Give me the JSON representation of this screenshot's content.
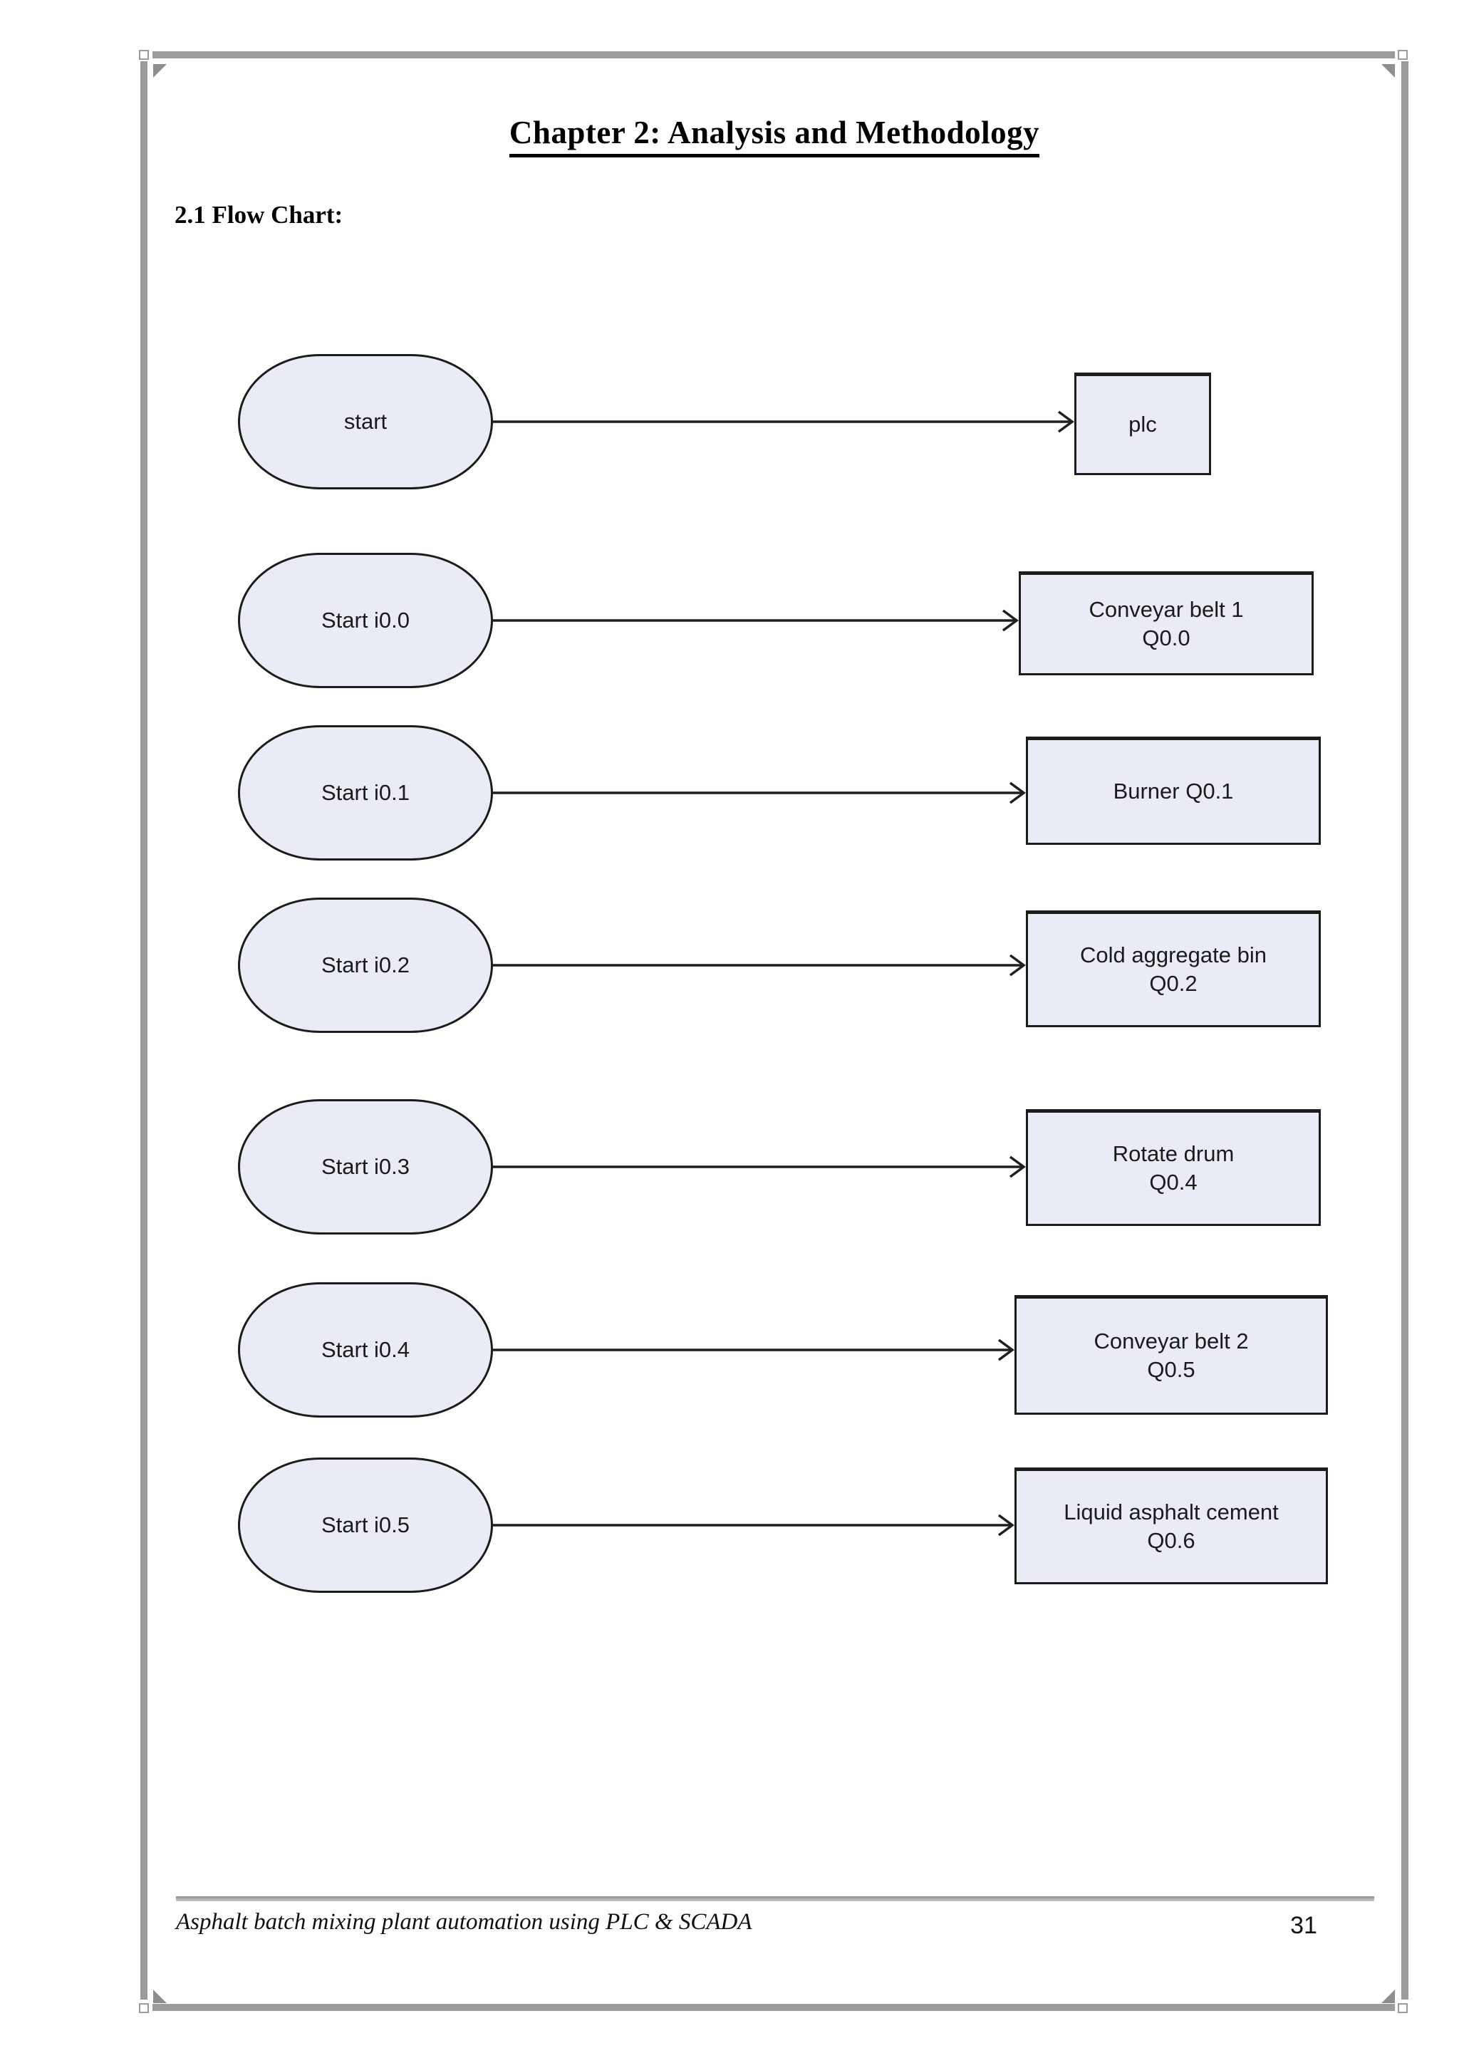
{
  "document": {
    "title": "Chapter 2: Analysis and Methodology",
    "section_heading": "2.1 Flow Chart:",
    "footer_text": "Asphalt batch mixing plant automation using PLC & SCADA",
    "page_number": "31"
  },
  "flowchart": {
    "type": "flowchart",
    "description": "Seven input terminators connected by right-pointing arrows to PLC output process boxes",
    "colors": {
      "node_fill": "#e9ebf5",
      "node_border": "#1c1c1c",
      "arrow": "#1f1f1f",
      "page_border": "#9b9b9b"
    },
    "rows": [
      {
        "input_label": "start",
        "output_line1": "plc",
        "output_line2": ""
      },
      {
        "input_label": "Start i0.0",
        "output_line1": "Conveyar belt 1",
        "output_line2": "Q0.0"
      },
      {
        "input_label": "Start i0.1",
        "output_line1": "Burner Q0.1",
        "output_line2": ""
      },
      {
        "input_label": "Start i0.2",
        "output_line1": "Cold aggregate bin",
        "output_line2": "Q0.2"
      },
      {
        "input_label": "Start i0.3",
        "output_line1": "Rotate drum",
        "output_line2": "Q0.4"
      },
      {
        "input_label": "Start i0.4",
        "output_line1": "Conveyar belt 2",
        "output_line2": "Q0.5"
      },
      {
        "input_label": "Start i0.5",
        "output_line1": "Liquid asphalt cement",
        "output_line2": "Q0.6"
      }
    ]
  }
}
